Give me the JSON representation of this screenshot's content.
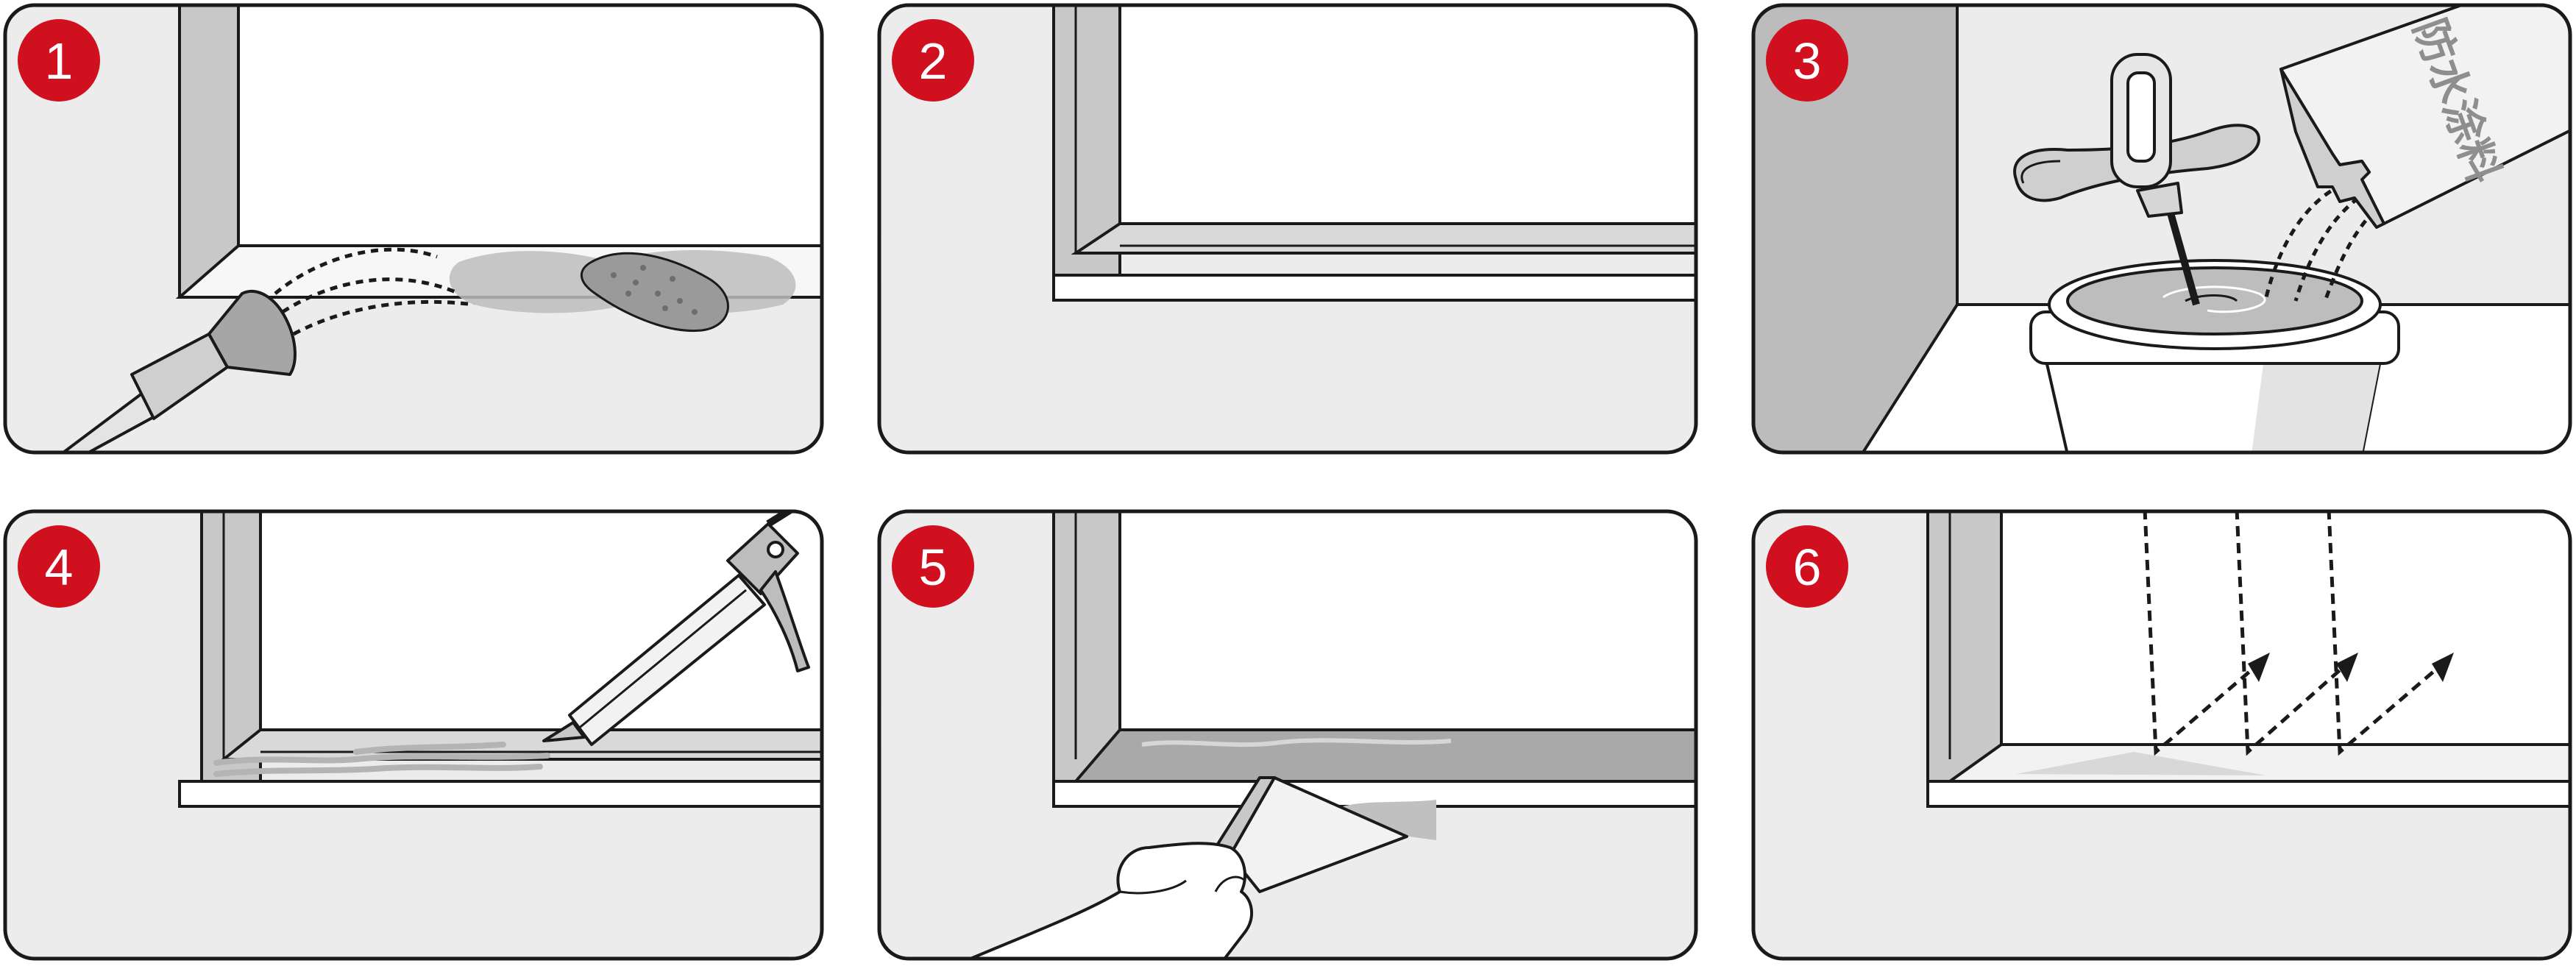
{
  "steps": [
    {
      "number": "1"
    },
    {
      "number": "2"
    },
    {
      "number": "3",
      "bag_label": "防水涂料"
    },
    {
      "number": "4"
    },
    {
      "number": "5"
    },
    {
      "number": "6"
    }
  ],
  "colors": {
    "badge": "#d0101f",
    "outline": "#1a1a1a",
    "wall": "#ececec",
    "frame": "#c8c8c8",
    "shadow": "#a8a8a8",
    "white": "#ffffff"
  }
}
